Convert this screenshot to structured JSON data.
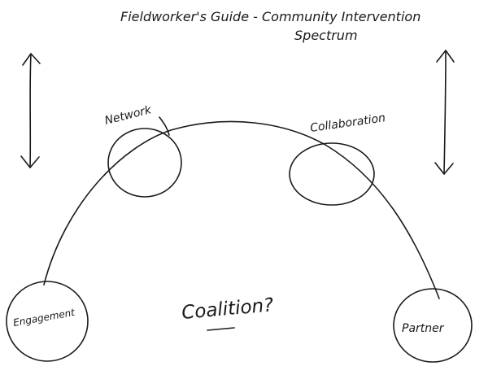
{
  "title": {
    "line1": "Fieldworker's Guide - Community Intervention",
    "line2": "Spectrum"
  },
  "nodes": {
    "network": "Network",
    "collaboration": "Collaboration",
    "engagement": "Engagement",
    "partner": "Partner"
  },
  "center_note": "Coalition?"
}
